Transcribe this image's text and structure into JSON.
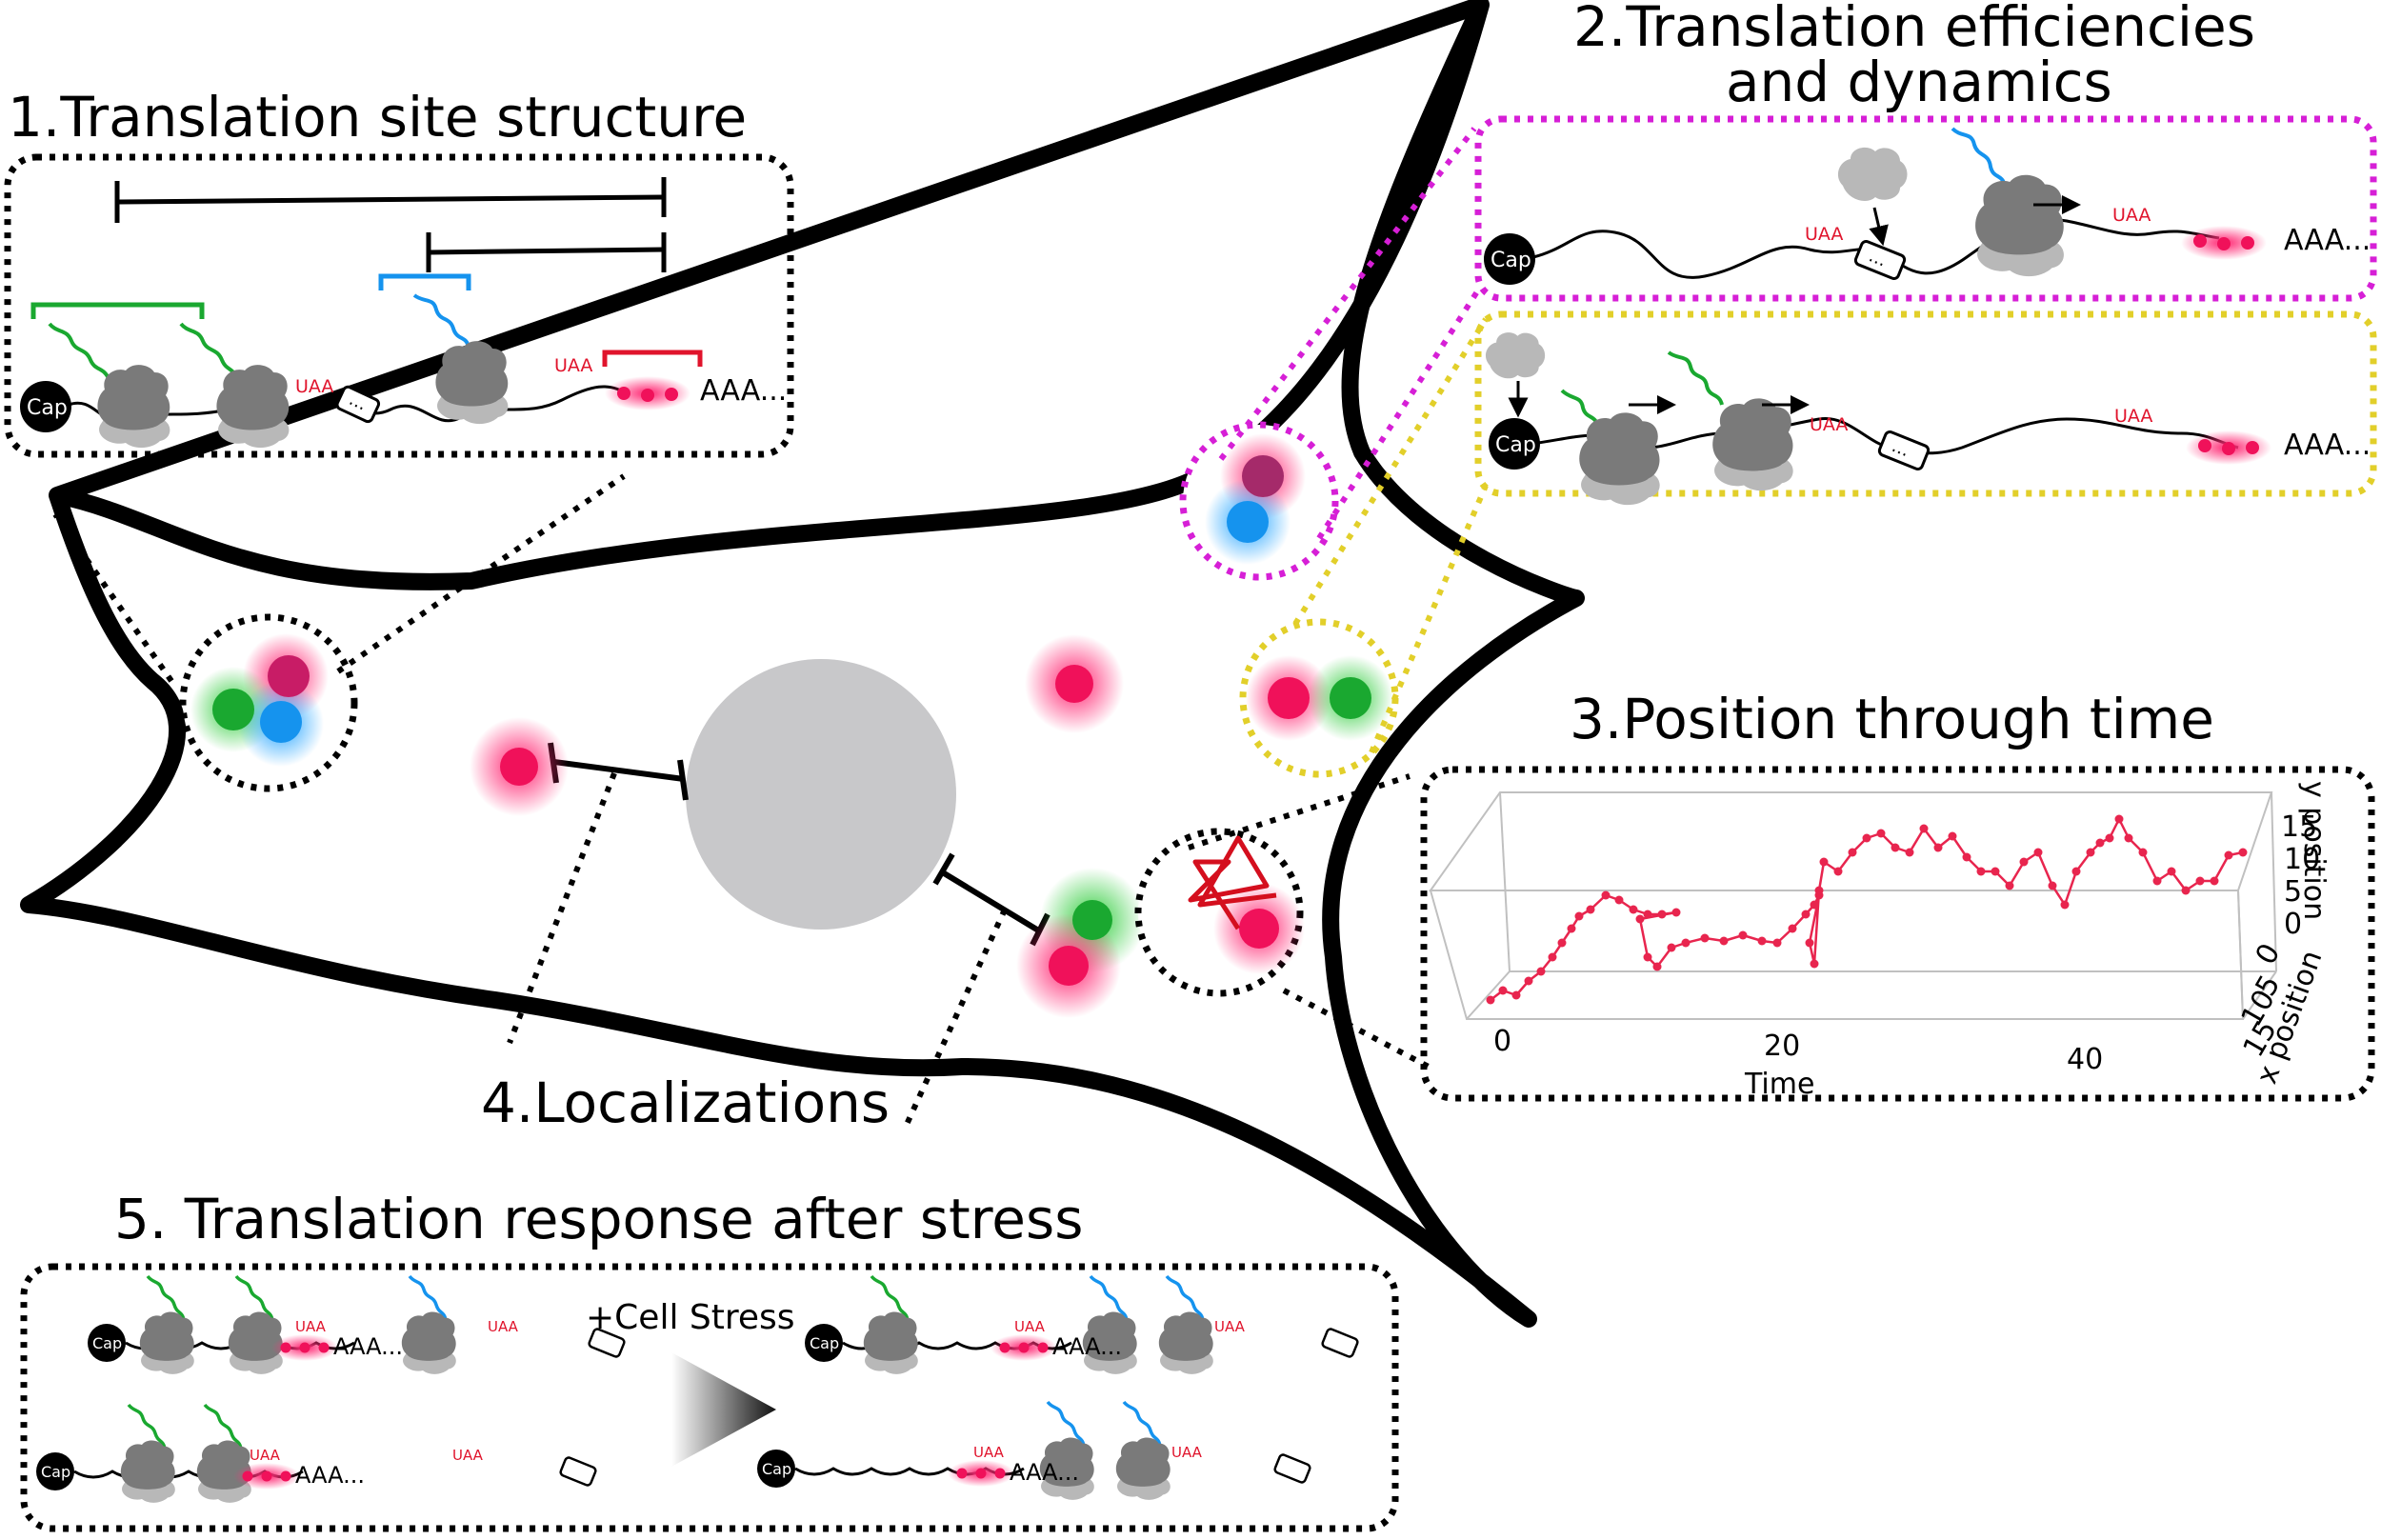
{
  "titles": {
    "t1": "1.Translation site structure",
    "t2_line1": "2.Translation efficiencies",
    "t2_line2": "and dynamics",
    "t3": "3.Position through time",
    "t4": "4.Localizations",
    "t5": "5. Translation response after stress"
  },
  "labels": {
    "cap": "Cap",
    "uaa": "UAA",
    "aaa": "AAA...",
    "stress": "+Cell Stress"
  },
  "colors": {
    "magenta_box": "#d61fd6",
    "yellow_box": "#e2cf2a",
    "red_spot": "#f0115a",
    "green_spot": "#1aa830",
    "blue_spot": "#1593ee",
    "nucleus": "#c8c8ca",
    "trajectory": "#e8254e",
    "ribosome": "#7c7c7c"
  },
  "chart_data": {
    "type": "line",
    "x_label": "Time",
    "y_label": "y position",
    "z_label": "x position",
    "x_ticks": [
      "0",
      "20",
      "40"
    ],
    "y_ticks": [
      "15",
      "10",
      "5",
      "0"
    ],
    "z_ticks": [
      "0",
      "5",
      "10",
      "15"
    ]
  }
}
